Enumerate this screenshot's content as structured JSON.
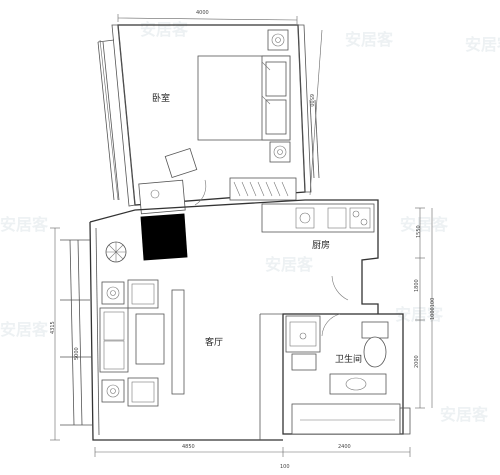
{
  "rooms": {
    "bedroom": "卧室",
    "kitchen": "厨房",
    "living": "客厅",
    "bathroom": "卫生间"
  },
  "dimensions": {
    "top": "4000",
    "left_bedroom": "5000",
    "right_bedroom": "6500",
    "left_living": "4315",
    "right_1": "1550",
    "right_2": "1800",
    "right_3": "2000",
    "right_total": "1000100",
    "bottom_left": "4850",
    "bottom_right": "2400",
    "bottom_small": "100"
  },
  "watermark": "安居客"
}
